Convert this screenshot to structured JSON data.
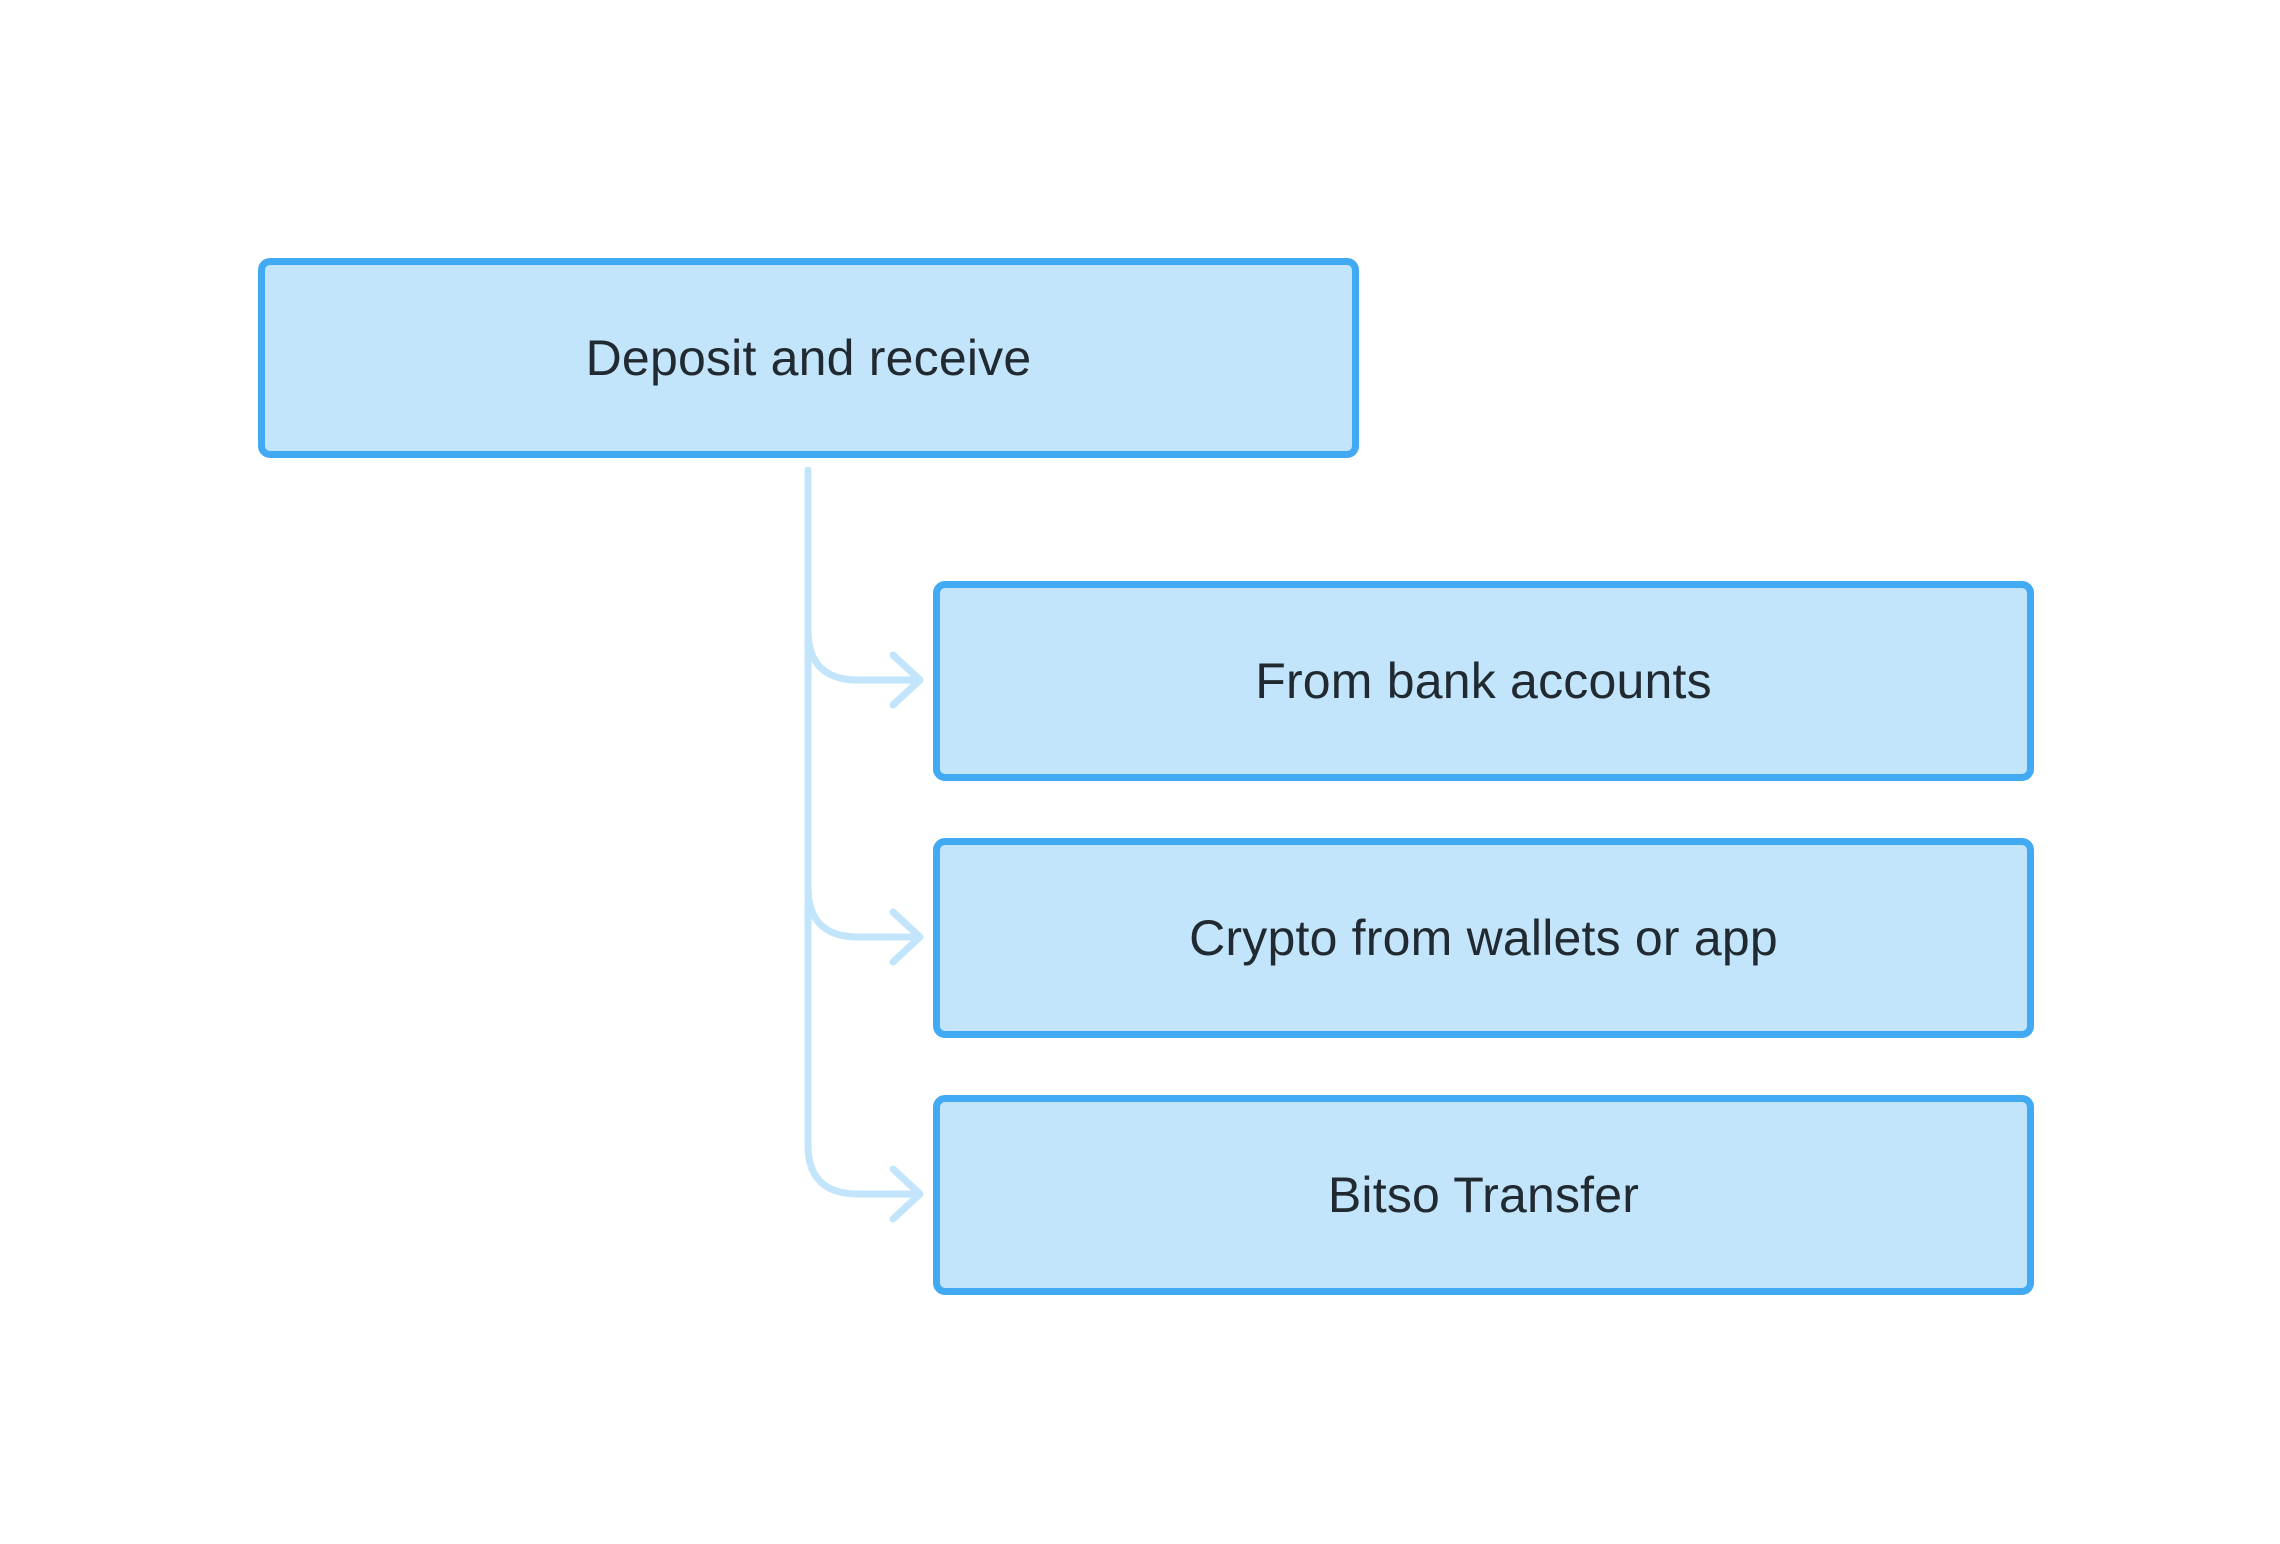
{
  "diagram": {
    "root": {
      "label": "Deposit and receive"
    },
    "children": [
      {
        "label": "From bank accounts"
      },
      {
        "label": "Crypto from wallets or app"
      },
      {
        "label": "Bitso Transfer"
      }
    ]
  },
  "colors": {
    "node_fill": "#c2e5fc",
    "node_border": "#42aaf2",
    "connector": "#c2e5fc",
    "text": "#222a31",
    "background": "#ffffff"
  }
}
